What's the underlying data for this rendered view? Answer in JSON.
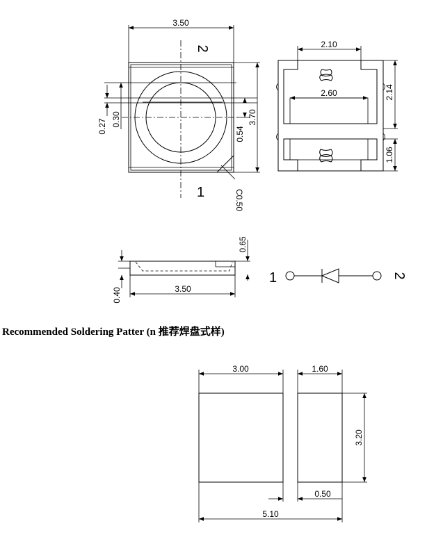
{
  "top_view": {
    "width_label": "3.50",
    "height_label": "3.70",
    "dim_027": "0.27",
    "dim_030": "0.30",
    "dim_054": "0.54",
    "chamfer_label": "C0.50",
    "pin_top": "2",
    "pin_bottom": "1"
  },
  "bottom_view": {
    "dim_210": "2.10",
    "dim_260": "2.60",
    "dim_214": "2.14",
    "dim_106": "1.06"
  },
  "side_view": {
    "dim_065": "0.65",
    "dim_040": "0.40",
    "width_label": "3.50"
  },
  "diode_symbol": {
    "pin_left": "1",
    "pin_right": "2"
  },
  "soldering": {
    "heading": "Recommended Soldering Patter (n 推荐焊盘式样)",
    "dim_300": "3.00",
    "dim_160": "1.60",
    "dim_320": "3.20",
    "dim_050": "0.50",
    "dim_510": "5.10"
  }
}
